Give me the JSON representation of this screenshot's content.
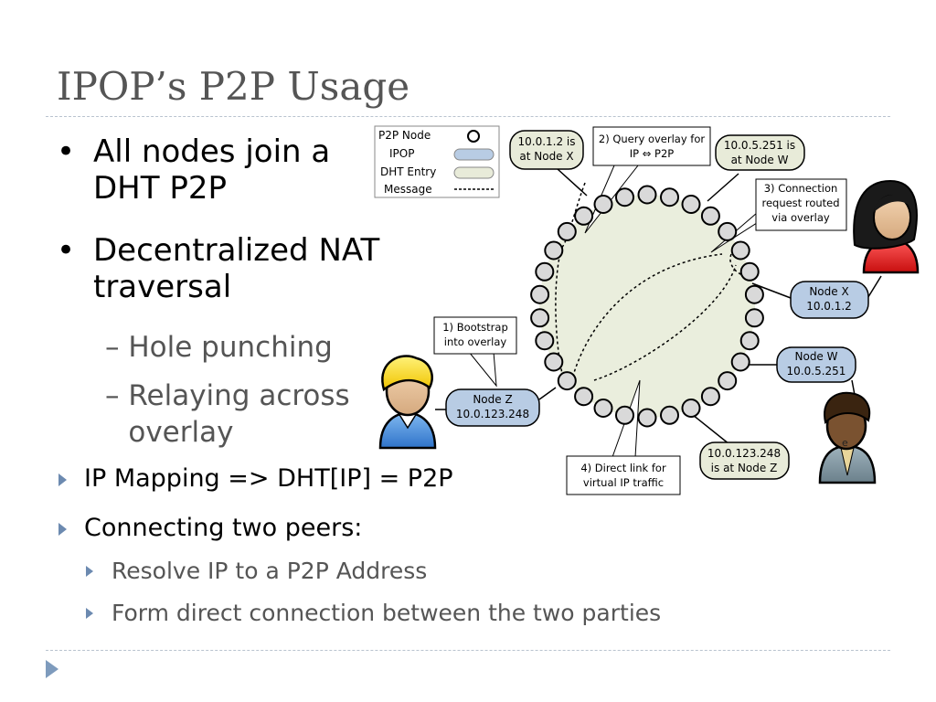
{
  "slide": {
    "title": "IPOP’s P2P Usage"
  },
  "bullets": {
    "b1": "All nodes join a DHT P2P",
    "b2": "Decentralized NAT traversal",
    "b2_sub1": "Hole punching",
    "b2_sub2": "Relaying across overlay",
    "b3": "IP Mapping => DHT[IP] = P2P",
    "b4": "Connecting two peers:",
    "b4_sub1": "Resolve IP to a P2P Address",
    "b4_sub2": "Form direct connection between the two parties",
    "dash": "–",
    "dot": "•"
  },
  "legend": {
    "title": "P2P Node",
    "ipop": "IPOP",
    "dht": "DHT Entry",
    "message": "Message"
  },
  "diagram": {
    "dht_x": [
      "10.0.1.2 is",
      "at Node X"
    ],
    "query": [
      "2) Query overlay for",
      "IP ⇔ P2P"
    ],
    "dht_w": [
      "10.0.5.251 is",
      "at Node W"
    ],
    "connreq": [
      "3) Connection",
      "request routed",
      "via overlay"
    ],
    "node_x": [
      "Node X",
      "10.0.1.2"
    ],
    "node_w": [
      "Node W",
      "10.0.5.251"
    ],
    "bootstrap": [
      "1) Bootstrap",
      "into overlay"
    ],
    "node_z": [
      "Node Z",
      "10.0.123.248"
    ],
    "dht_z": [
      "10.0.123.248",
      "is at Node Z"
    ],
    "direct": [
      "4) Direct link for",
      "virtual IP traffic"
    ],
    "e_mark": "e"
  },
  "colors": {
    "title": "#555555",
    "ring_fill": "#eaeedd",
    "ipop_fill": "#b8cce4",
    "dht_fill": "#e8ebd9",
    "node_fill": "#d9d9d9",
    "rule": "#b9c3cf",
    "bullet_arrow": "#6c8ab0"
  }
}
